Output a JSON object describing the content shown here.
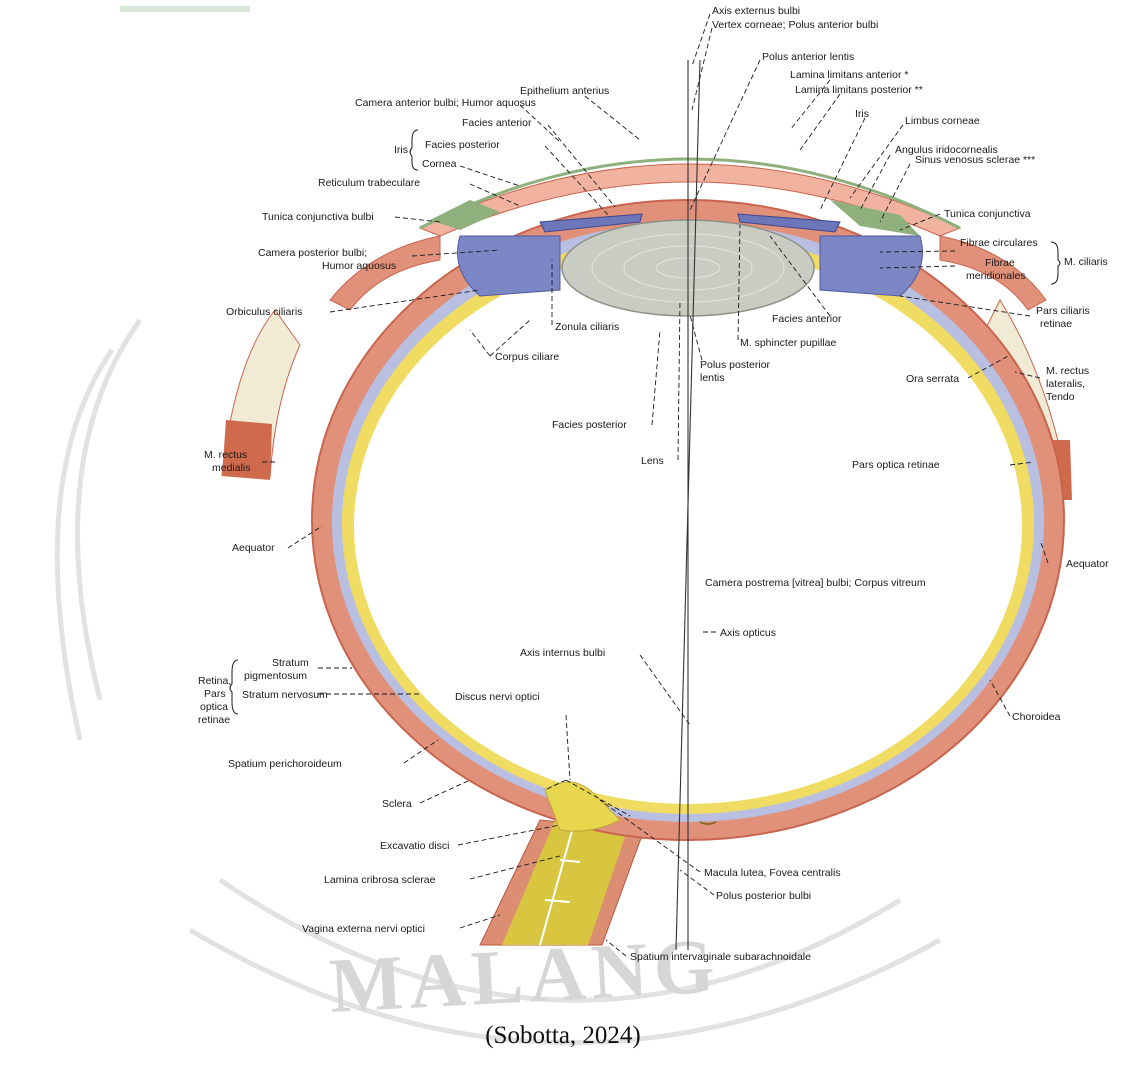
{
  "figure": {
    "caption": "(Sobotta, 2024)",
    "watermark": "MALANG",
    "colors": {
      "sclera": "#e1907a",
      "sclera_outer": "#c8654e",
      "choroid": "#b9bfe0",
      "retina": "#f0dc63",
      "iris": "#7b86c4",
      "lens": "#c9ccc3",
      "conjunctiva": "#8fb07c",
      "tendon": "#f1ead4",
      "nerve": "#d6c542"
    },
    "labels": {
      "axis_externus": "Axis externus bulbi",
      "vertex_corneae": "Vertex corneae; Polus anterior bulbi",
      "epithelium": "Epithelium anterius",
      "polus_ant_lentis": "Polus anterior lentis",
      "camera_anterior": "Camera anterior bulbi; Humor aquosus",
      "lamina_ant": "Lamina limitans anterior *",
      "lamina_post": "Lamina limitans posterior **",
      "iris_group": "Iris",
      "facies_anterior_iris": "Facies anterior",
      "facies_posterior_iris": "Facies posterior",
      "iris_right": "Iris",
      "limbus": "Limbus corneae",
      "cornea": "Cornea",
      "angulus": "Angulus iridocornealis",
      "reticulum": "Reticulum trabeculare",
      "sinus_venosus": "Sinus venosus sclerae ***",
      "tunica_conj_bulbi": "Tunica conjunctiva bulbi",
      "tunica_conj": "Tunica conjunctiva",
      "camera_posterior_1": "Camera posterior bulbi;",
      "camera_posterior_2": "Humor aquosus",
      "fibrae_circ": "Fibrae circulares",
      "fibrae_merid_1": "Fibrae",
      "fibrae_merid_2": "meridionales",
      "m_ciliaris": "M. ciliaris",
      "orbiculus": "Orbiculus ciliaris",
      "zonula": "Zonula ciliaris",
      "facies_anterior_lens": "Facies anterior",
      "pars_ciliaris_1": "Pars ciliaris",
      "pars_ciliaris_2": "retinae",
      "corpus_ciliare": "Corpus ciliare",
      "m_sphincter": "M. sphincter pupillae",
      "polus_post_lentis_1": "Polus posterior",
      "polus_post_lentis_2": "lentis",
      "ora_serrata": "Ora serrata",
      "m_rectus_lat_1": "M. rectus",
      "m_rectus_lat_2": "lateralis,",
      "m_rectus_lat_3": "Tendo",
      "facies_posterior_lens": "Facies posterior",
      "lens": "Lens",
      "m_rectus_med_1": "M. rectus",
      "m_rectus_med_2": "medialis",
      "pars_optica": "Pars optica retinae",
      "aequator_left": "Aequator",
      "aequator_right": "Aequator",
      "camera_postrema": "Camera postrema [vitrea] bulbi; Corpus vitreum",
      "axis_opticus": "Axis opticus",
      "axis_internus": "Axis internus bulbi",
      "retina_1": "Retina,",
      "retina_2": "Pars",
      "retina_3": "optica",
      "retina_4": "retinae",
      "stratum_pig_1": "Stratum",
      "stratum_pig_2": "pigmentosum",
      "stratum_nerv": "Stratum nervosum",
      "discus": "Discus nervi optici",
      "choroidea": "Choroidea",
      "spatium_perich": "Spatium perichoroideum",
      "sclera": "Sclera",
      "excavatio": "Excavatio disci",
      "lamina_cribrosa": "Lamina cribrosa sclerae",
      "macula": "Macula lutea, Fovea centralis",
      "polus_post_bulbi": "Polus posterior bulbi",
      "vagina_externa": "Vagina externa nervi optici",
      "spatium_interv": "Spatium intervaginale subarachnoidale"
    }
  }
}
